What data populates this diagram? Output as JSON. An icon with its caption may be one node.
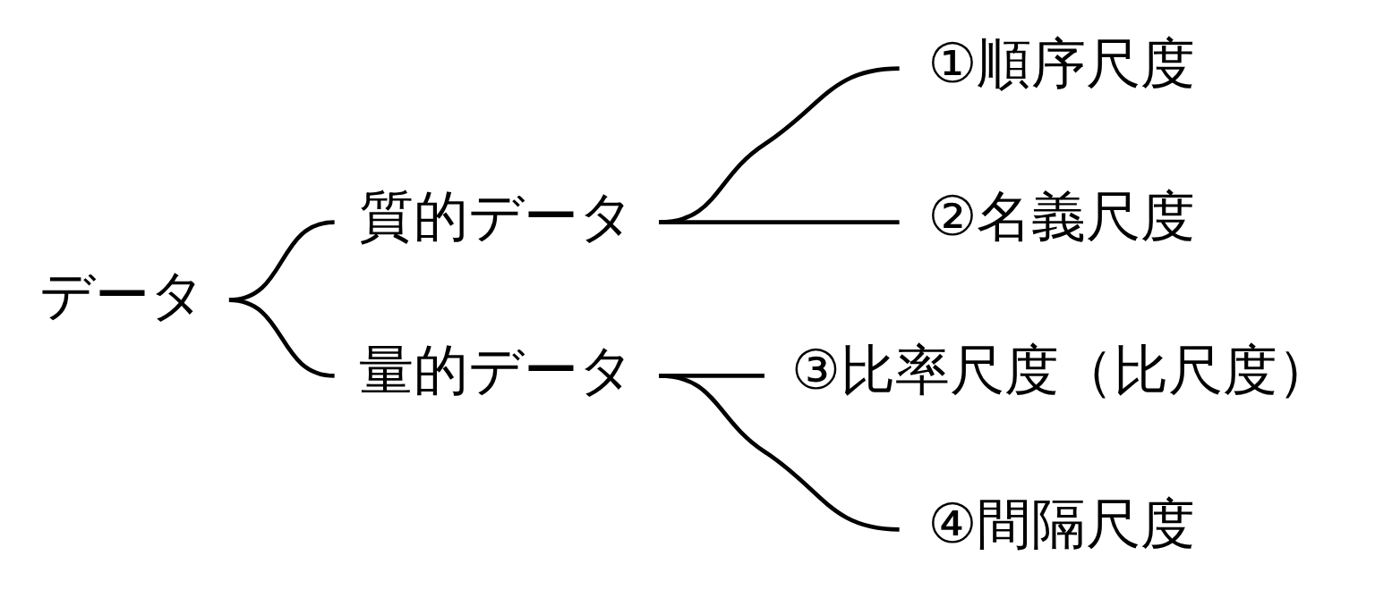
{
  "diagram": {
    "nodes": [
      {
        "text": [
          "データ"
        ]
      },
      {
        "text": [
          "質的データ"
        ]
      },
      {
        "text": [
          "量的データ"
        ]
      },
      {
        "text": [
          "①順序尺度"
        ]
      },
      {
        "text": [
          "②名義尺度"
        ]
      },
      {
        "text": [
          "③比率尺度（比尺度）"
        ]
      },
      {
        "text": [
          "④間隔尺度"
        ]
      }
    ],
    "edges": [
      {
        "from": 0,
        "to": 1,
        "arrow": "none"
      },
      {
        "from": 0,
        "to": 2,
        "arrow": "none"
      },
      {
        "from": 1,
        "to": 3,
        "arrow": "none"
      },
      {
        "from": 1,
        "to": 4,
        "arrow": "none"
      },
      {
        "from": 2,
        "to": 5,
        "arrow": "none"
      },
      {
        "from": 2,
        "to": 6,
        "arrow": "none"
      }
    ]
  }
}
